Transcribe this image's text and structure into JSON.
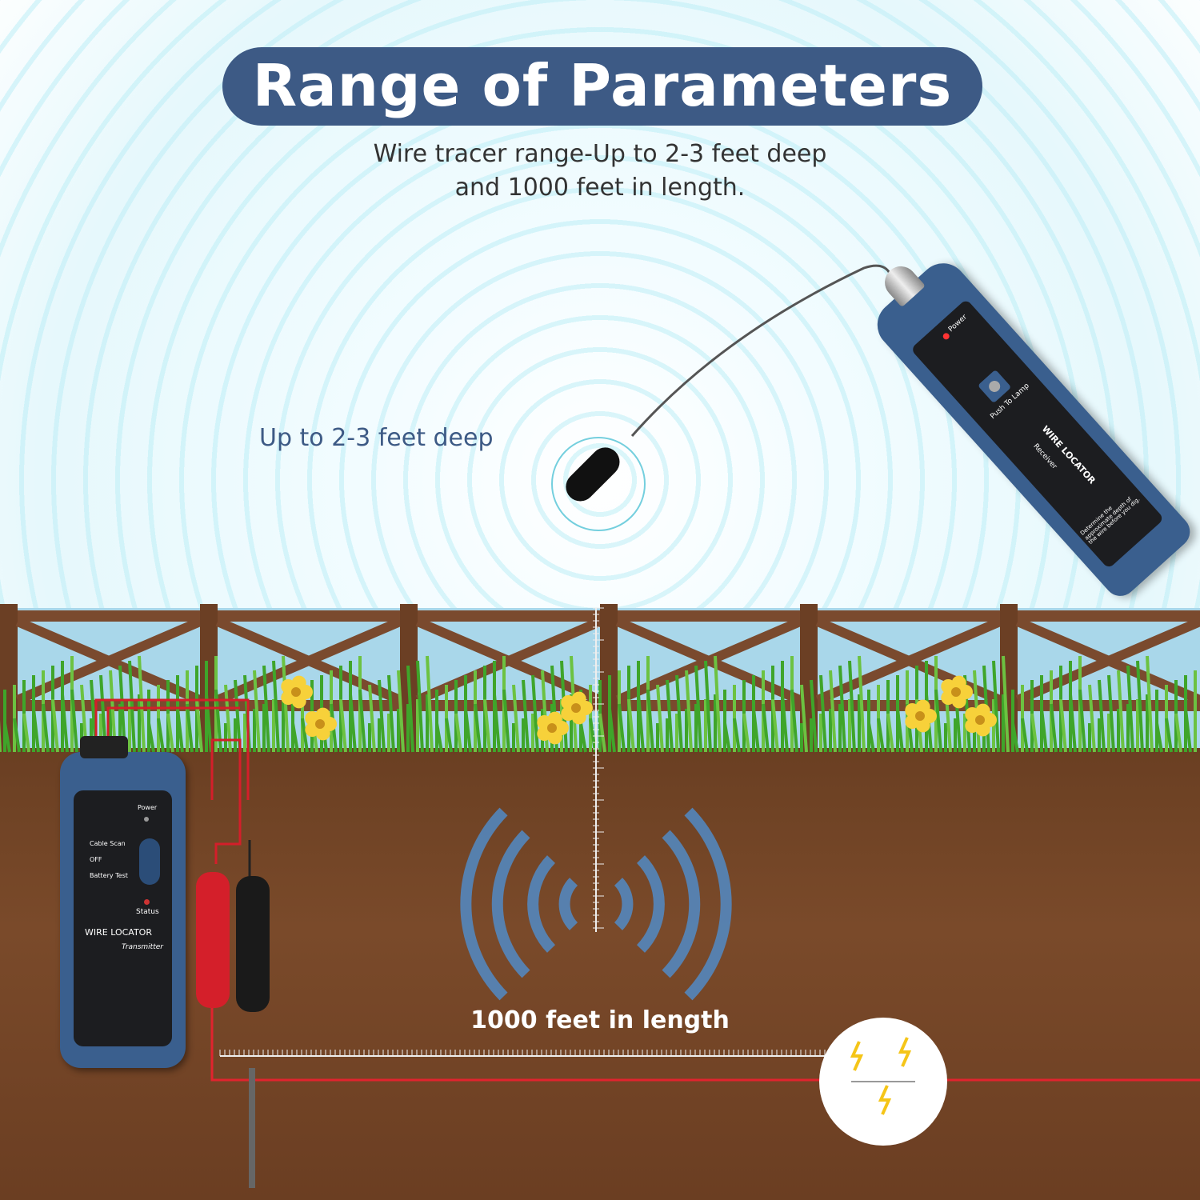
{
  "header": {
    "title": "Range of Parameters",
    "subtitle_line1": "Wire tracer range-Up to 2-3 feet deep",
    "subtitle_line2": "and 1000 feet in length."
  },
  "labels": {
    "depth": "Up to 2-3 feet deep",
    "length": "1000 feet in length"
  },
  "receiver": {
    "power": "Power",
    "button": "Push To Lamp",
    "brand": "WIRE LOCATOR",
    "model": "Receiver",
    "note": "Determine the approximate depth of the wire before you dig."
  },
  "transmitter": {
    "power": "Power",
    "mode_cable_scan": "Cable Scan",
    "mode_off": "OFF",
    "mode_battery_test": "Battery Test",
    "status": "Status",
    "brand": "WIRE LOCATOR",
    "model": "Transmitter"
  },
  "colors": {
    "title_bg": "#3d5a85",
    "device_blue": "#3a5f8e",
    "soil": "#6f4326",
    "wire": "#e0242e"
  }
}
